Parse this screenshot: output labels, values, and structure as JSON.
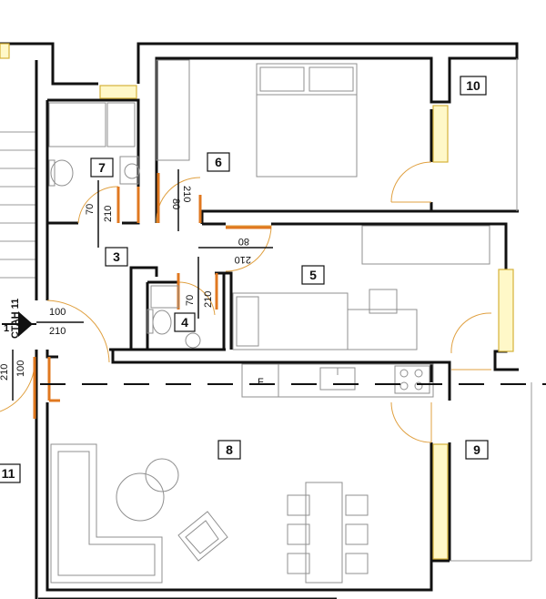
{
  "rooms": [
    {
      "id": "room-6",
      "label": "6"
    },
    {
      "id": "room-7",
      "label": "7"
    },
    {
      "id": "room-10",
      "label": "10"
    },
    {
      "id": "room-3",
      "label": "3"
    },
    {
      "id": "room-5",
      "label": "5"
    },
    {
      "id": "room-4",
      "label": "4"
    },
    {
      "id": "room-8",
      "label": "8"
    },
    {
      "id": "room-9",
      "label": "9"
    },
    {
      "id": "room-11",
      "label": "11"
    }
  ],
  "doors": {
    "d7": {
      "width": "70",
      "height": "210"
    },
    "d6": {
      "width": "80",
      "height": "210"
    },
    "d5": {
      "width": "80",
      "height": "210"
    },
    "d4": {
      "width": "70",
      "height": "210"
    },
    "entry": {
      "width": "100",
      "height": "210"
    },
    "left": {
      "width": "100",
      "height": "210"
    }
  },
  "section_mark": {
    "label": "СТАН 11",
    "digit": "1"
  },
  "appliance": {
    "fridge_letter": "F"
  },
  "colors": {
    "wall": "#111111",
    "door_arc": "#e0a040",
    "door_leaf": "#e07820",
    "window": "#d4b23a"
  }
}
